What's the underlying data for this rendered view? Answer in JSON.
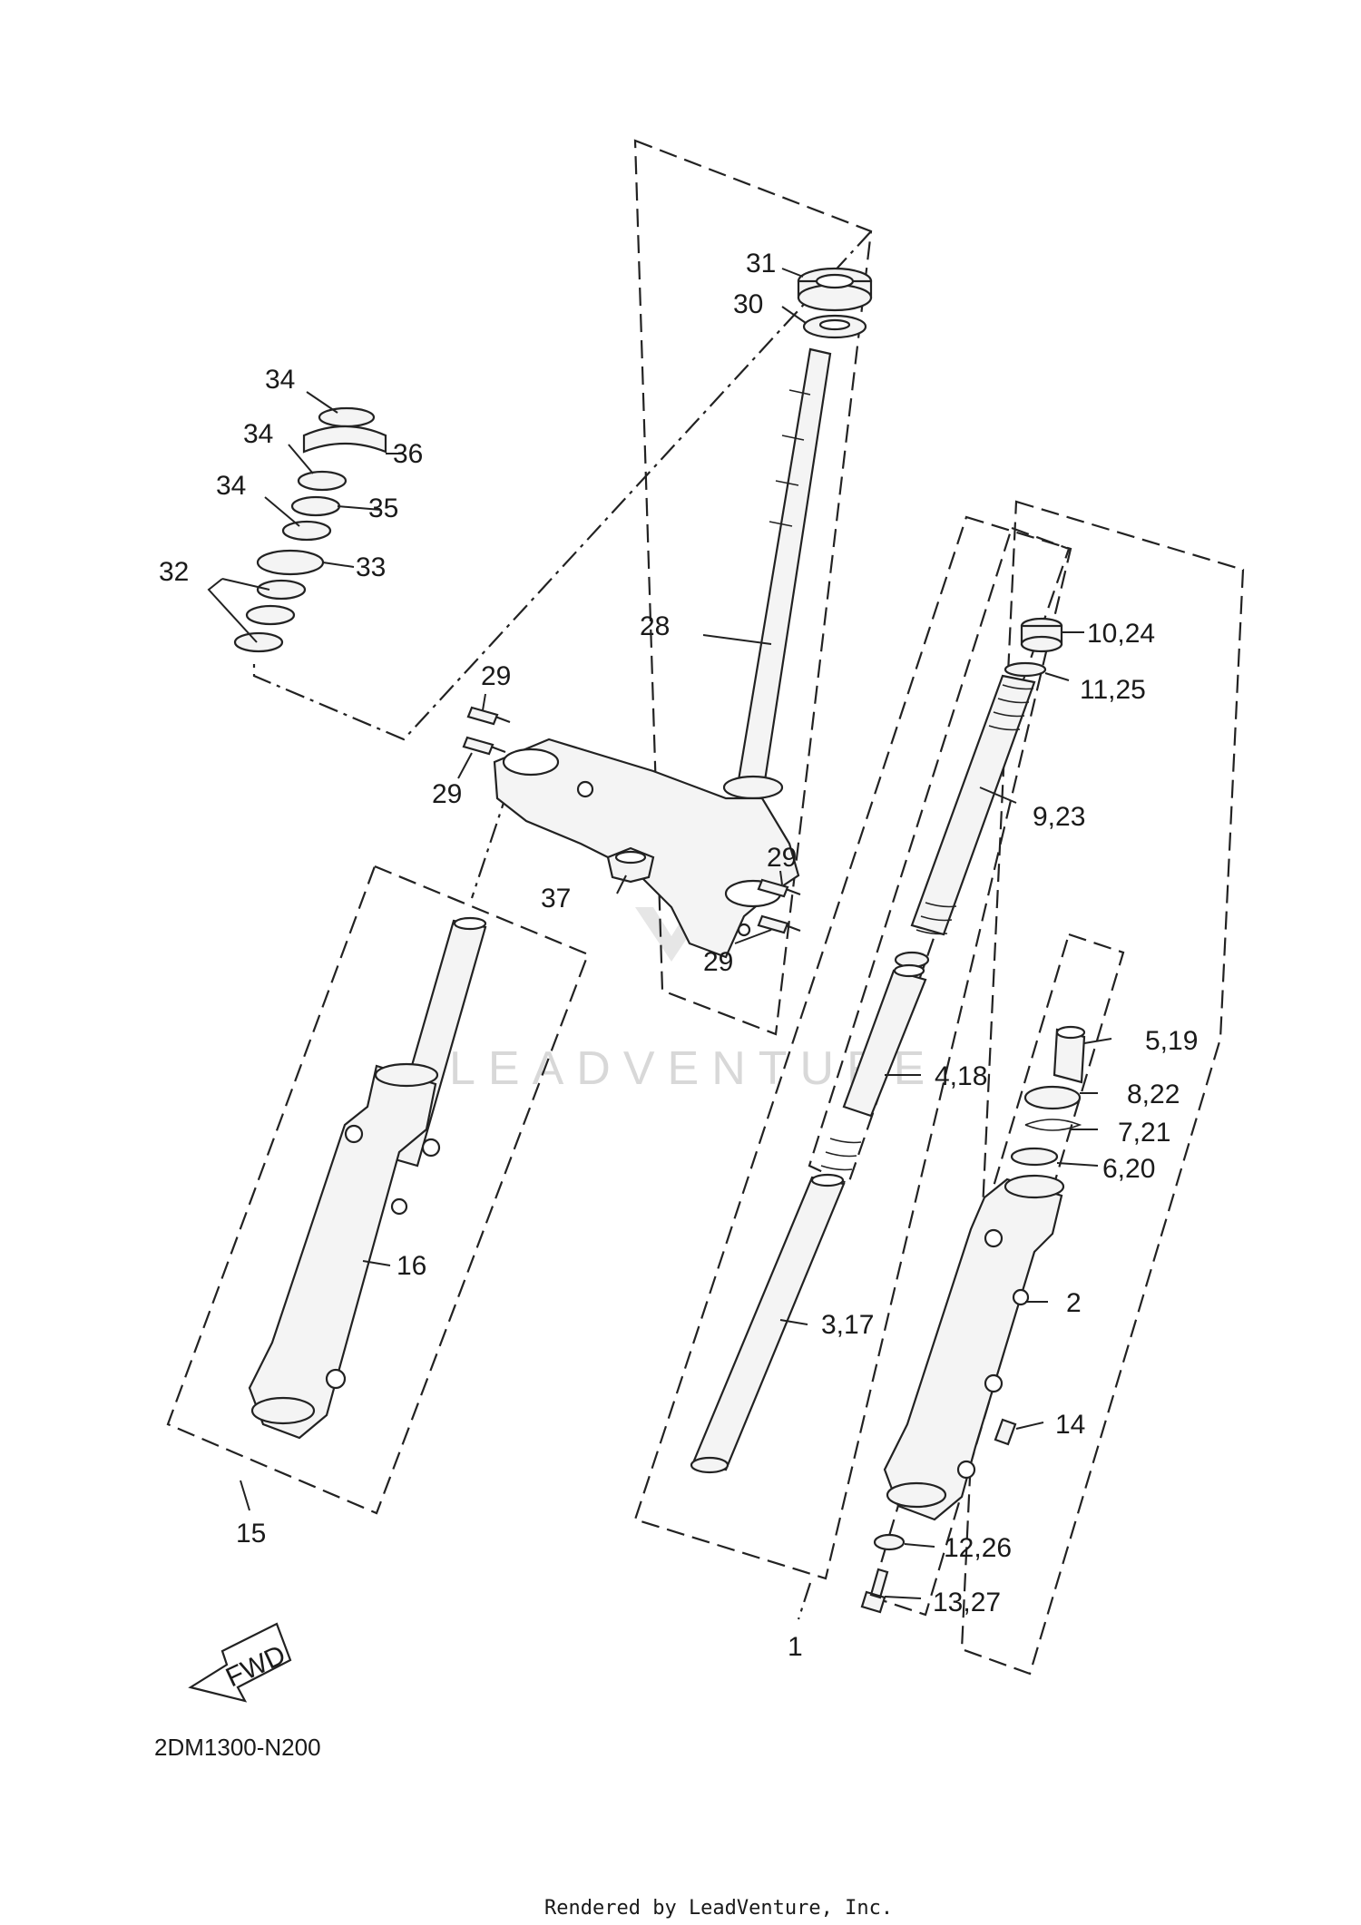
{
  "diagram_code": "2DM1300-N200",
  "fwd_label": "FWD",
  "watermark": "LEADVENTURE",
  "footer": "Rendered by LeadVenture, Inc.",
  "callouts": [
    {
      "id": "c31",
      "text": "31"
    },
    {
      "id": "c30",
      "text": "30"
    },
    {
      "id": "c34a",
      "text": "34"
    },
    {
      "id": "c34b",
      "text": "34"
    },
    {
      "id": "c36",
      "text": "36"
    },
    {
      "id": "c34c",
      "text": "34"
    },
    {
      "id": "c35",
      "text": "35"
    },
    {
      "id": "c32",
      "text": "32"
    },
    {
      "id": "c33",
      "text": "33"
    },
    {
      "id": "c28",
      "text": "28"
    },
    {
      "id": "c29a",
      "text": "29"
    },
    {
      "id": "c29b",
      "text": "29"
    },
    {
      "id": "c29c",
      "text": "29"
    },
    {
      "id": "c29d",
      "text": "29"
    },
    {
      "id": "c37",
      "text": "37"
    },
    {
      "id": "c10_24",
      "text": "10,24"
    },
    {
      "id": "c11_25",
      "text": "11,25"
    },
    {
      "id": "c9_23",
      "text": "9,23"
    },
    {
      "id": "c5_19",
      "text": "5,19"
    },
    {
      "id": "c4_18",
      "text": "4,18"
    },
    {
      "id": "c8_22",
      "text": "8,22"
    },
    {
      "id": "c7_21",
      "text": "7,21"
    },
    {
      "id": "c6_20",
      "text": "6,20"
    },
    {
      "id": "c16",
      "text": "16"
    },
    {
      "id": "c2",
      "text": "2"
    },
    {
      "id": "c3_17",
      "text": "3,17"
    },
    {
      "id": "c14",
      "text": "14"
    },
    {
      "id": "c12_26",
      "text": "12,26"
    },
    {
      "id": "c13_27",
      "text": "13,27"
    },
    {
      "id": "c15",
      "text": "15"
    },
    {
      "id": "c1",
      "text": "1"
    }
  ]
}
